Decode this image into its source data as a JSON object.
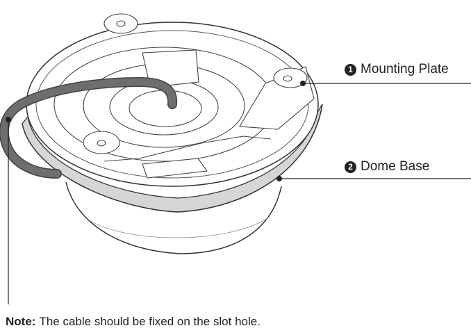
{
  "callouts": [
    {
      "number": "1",
      "label": "Mounting Plate"
    },
    {
      "number": "2",
      "label": "Dome Base"
    }
  ],
  "note": {
    "label": "Note:",
    "text": "The cable should be fixed on the slot hole."
  },
  "colors": {
    "line": "#222222",
    "dome_band": "#d6d6d6",
    "cable": "#6e6e6e",
    "background": "#ffffff"
  }
}
